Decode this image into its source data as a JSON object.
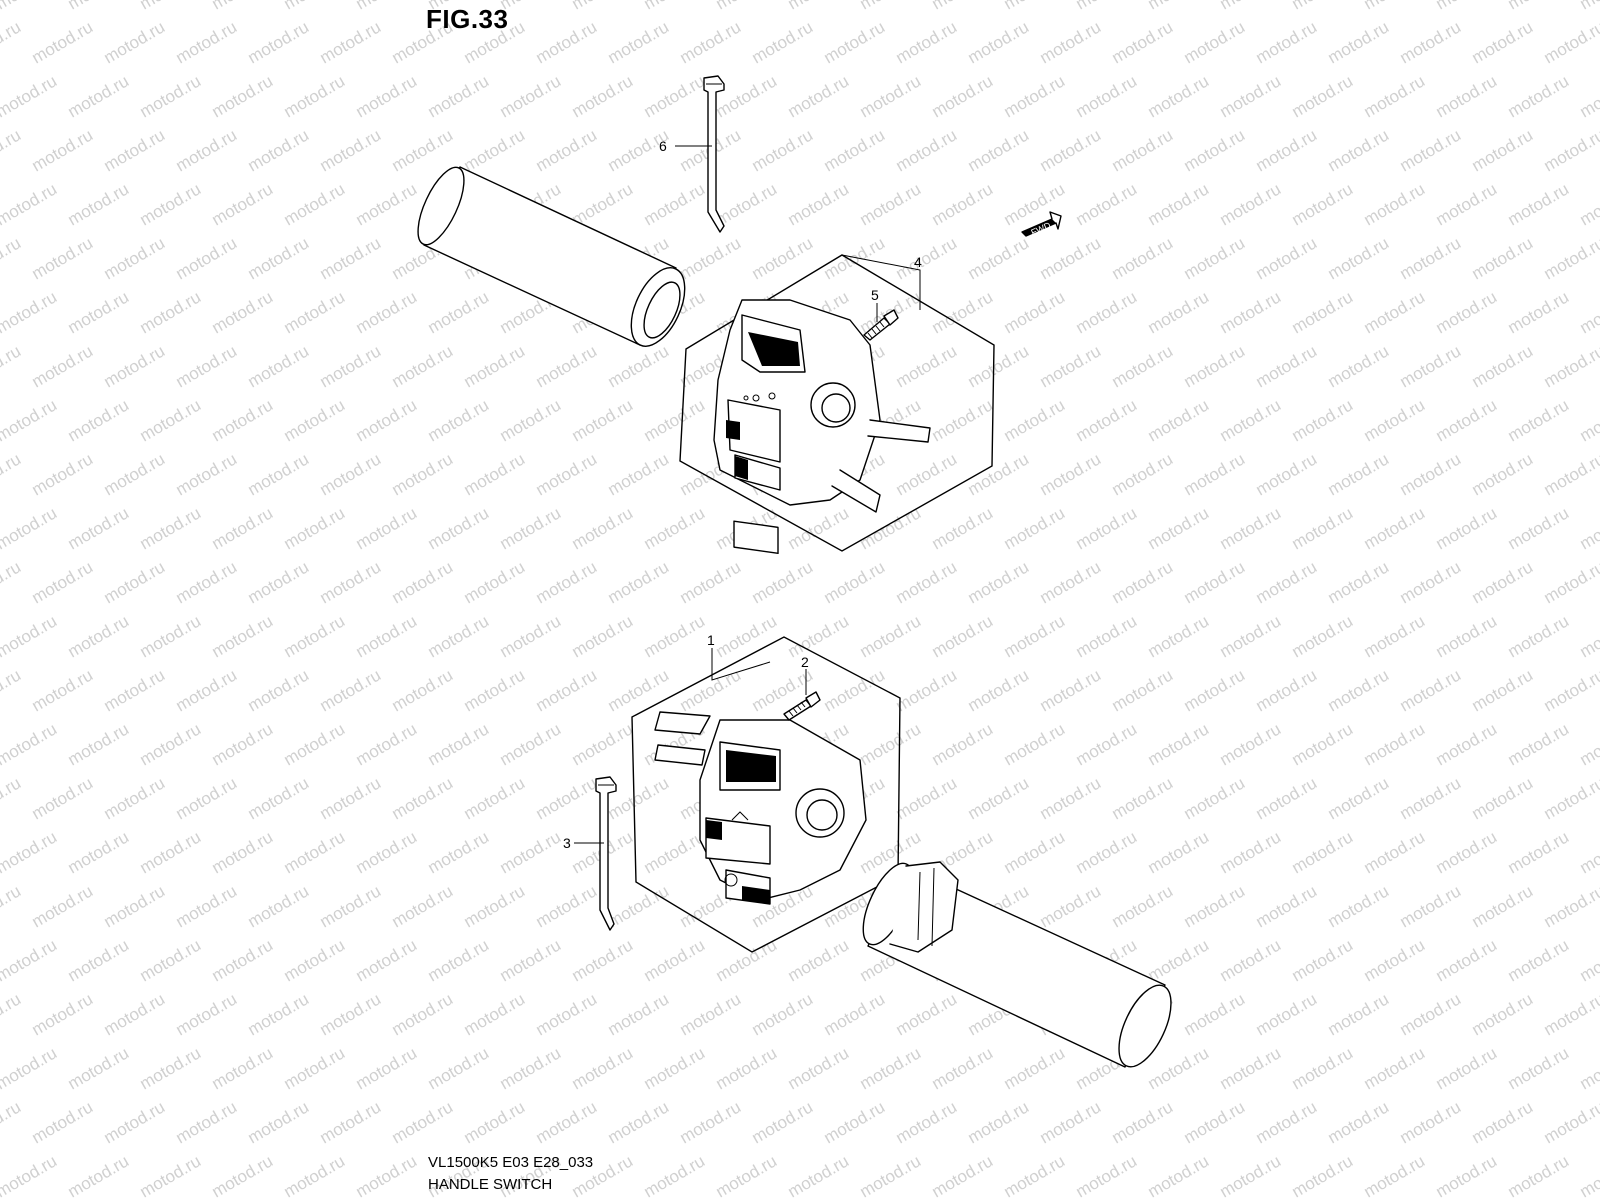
{
  "figure": {
    "title": "FIG.33",
    "diagram_code": "VL1500K5 E03 E28_033",
    "caption": "HANDLE SWITCH",
    "watermark": "motod.ru",
    "fwd_label": "FWD"
  },
  "callouts": [
    {
      "number": "1",
      "part": "right handle switch assembly"
    },
    {
      "number": "2",
      "part": "screw"
    },
    {
      "number": "3",
      "part": "cable tie"
    },
    {
      "number": "4",
      "part": "left handle switch assembly"
    },
    {
      "number": "5",
      "part": "screw"
    },
    {
      "number": "6",
      "part": "cable tie"
    }
  ],
  "colors": {
    "line": "#000000",
    "watermark": "#d0d0d0",
    "background": "#ffffff"
  }
}
